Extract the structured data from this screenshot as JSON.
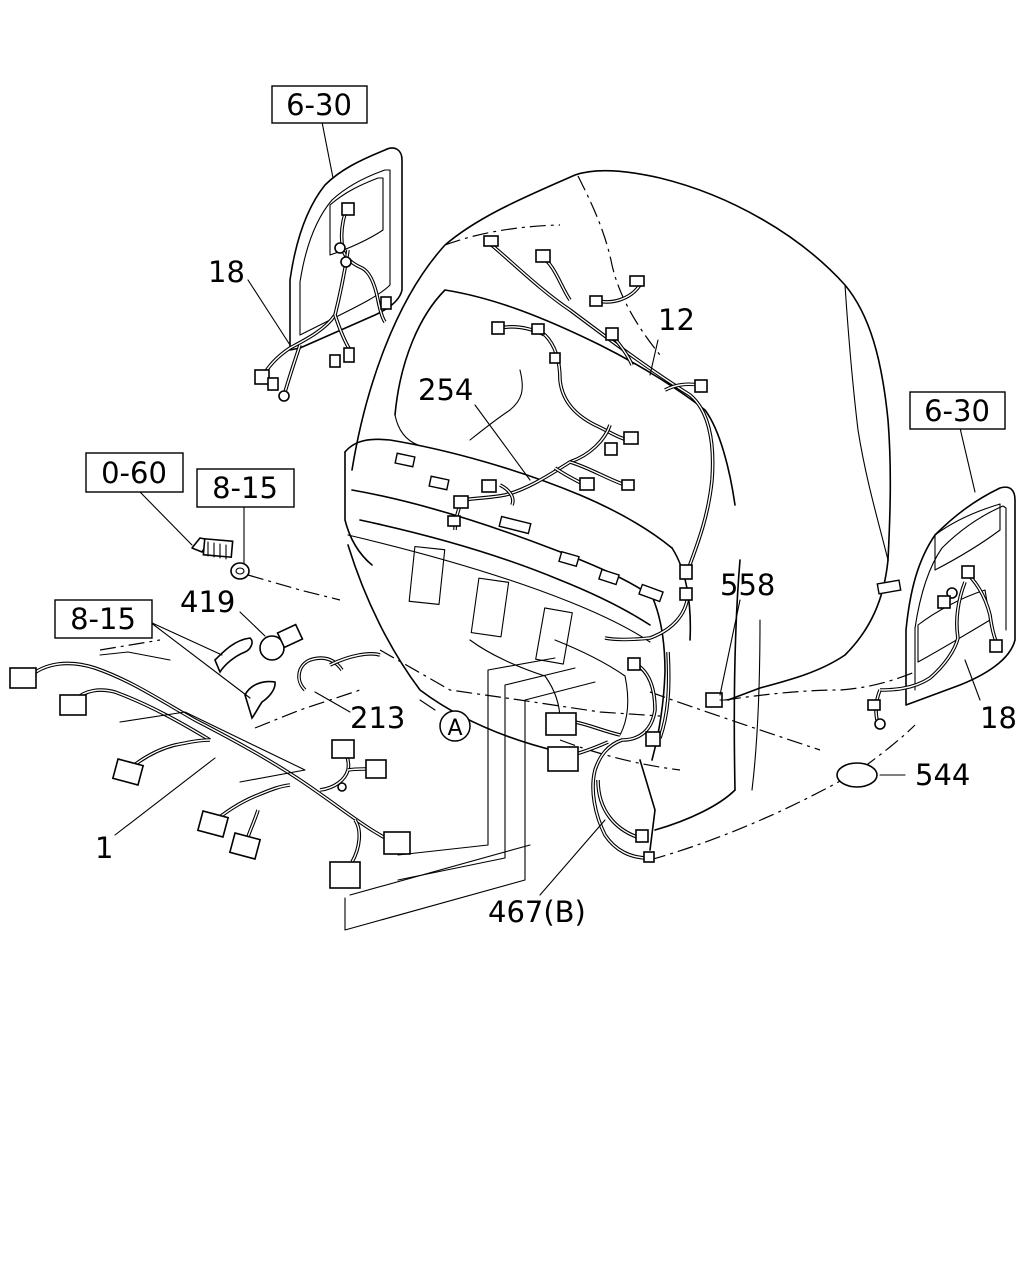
{
  "figure": {
    "ref_boxes": [
      {
        "id": "ref-6-30-left",
        "text": "6-30"
      },
      {
        "id": "ref-6-30-right",
        "text": "6-30"
      },
      {
        "id": "ref-0-60",
        "text": "0-60"
      },
      {
        "id": "ref-8-15-top",
        "text": "8-15"
      },
      {
        "id": "ref-8-15-left",
        "text": "8-15"
      }
    ],
    "part_labels": [
      {
        "id": "part-18-left",
        "text": "18"
      },
      {
        "id": "part-12",
        "text": "12"
      },
      {
        "id": "part-254",
        "text": "254"
      },
      {
        "id": "part-419",
        "text": "419"
      },
      {
        "id": "part-558",
        "text": "558"
      },
      {
        "id": "part-213",
        "text": "213"
      },
      {
        "id": "part-18-right",
        "text": "18"
      },
      {
        "id": "part-544",
        "text": "544"
      },
      {
        "id": "part-1",
        "text": "1"
      },
      {
        "id": "part-467b",
        "text": "467(B)"
      }
    ],
    "callout": {
      "text": "A"
    }
  }
}
